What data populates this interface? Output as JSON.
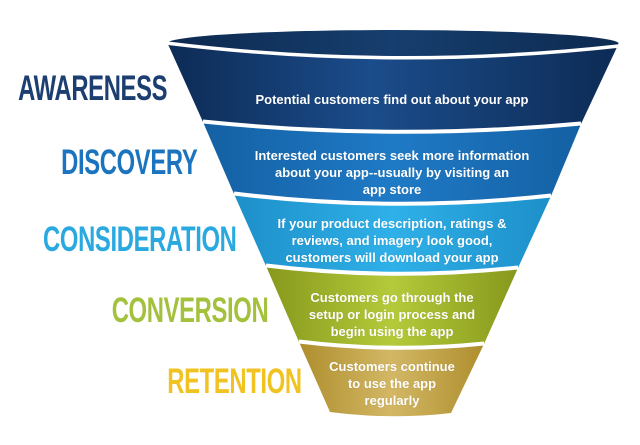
{
  "background_color": "#ffffff",
  "funnel_mouth": {
    "edge_color": "#0d2a50",
    "center_color": "#163e6e"
  },
  "stages": [
    {
      "label": "AWARENESS",
      "description": "Potential customers find out about your app",
      "label_color": "#1c3e70",
      "segment_edge_color": "#0d2b55",
      "segment_center_color": "#1b4c8b"
    },
    {
      "label": "DISCOVERY",
      "description": "Interested customers seek more information\nabout your app--usually by visiting an\napp store",
      "label_color": "#1b74bd",
      "segment_edge_color": "#1460a3",
      "segment_center_color": "#1f7ac6"
    },
    {
      "label": "CONSIDERATION",
      "description": "If your product description, ratings &\nreviews, and imagery look good,\ncustomers will download your app",
      "label_color": "#29a9e0",
      "segment_edge_color": "#1d8fc9",
      "segment_center_color": "#2fb0e8"
    },
    {
      "label": "CONVERSION",
      "description": "Customers go through the\nsetup or login process and\nbegin using the app",
      "label_color": "#a3c13c",
      "segment_edge_color": "#87981c",
      "segment_center_color": "#b5ca3a"
    },
    {
      "label": "RETENTION",
      "description": "Customers continue\nto use the app\nregularly",
      "label_color": "#f0c322",
      "segment_edge_color": "#ae8e2d",
      "segment_center_color": "#d3b765"
    }
  ]
}
